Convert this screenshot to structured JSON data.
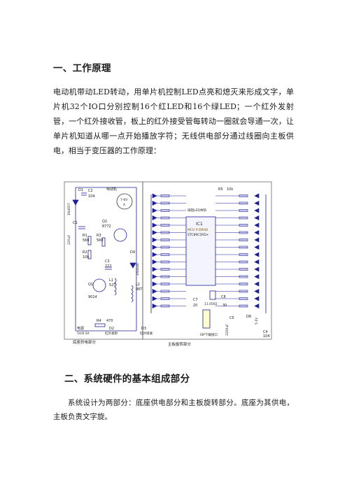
{
  "heading1": "一、工作原理",
  "paragraph1": "电动机带动LED转动，用单片机控制LED点亮和熄灭来形成文字，单片机32个IO口分别控制16个红LED和16个绿LED；一个红外发射管，一个红外接收管，板上的红外接受管每转动一圈就会导通一次，让单片机知道从哪一点开始播放字符；无线供电部分通过线圈向主板供电，相当于变压器的工作原理：",
  "heading2": "二、系统硬件的基本组成部分",
  "paragraph2": "系统设计为两部分：底座供电部分和主板旋转部分。底座为其供电，主板负责文字旋。",
  "schematic": {
    "labels": {
      "d1": "D1",
      "d1_part": "1N4007",
      "c2": "C2",
      "c2_val": "104",
      "motor": "电动机",
      "motor_v": "7-6V",
      "motor_a": "A",
      "c1": "C1",
      "c1_val": "220uF",
      "r1": "R1",
      "r1_val": "560",
      "r3": "R3",
      "r3_val": "560",
      "q2": "Q2",
      "q2_part": "8772",
      "r2": "R2",
      "r2_val": "10k",
      "c3": "C3",
      "c3_val": "222",
      "q1": "Q1",
      "q1_part": "9014",
      "l1": "L1",
      "l1_val": "52T",
      "d9": "D9",
      "d9_part": "1N4148",
      "l2": "L2",
      "l2_val": "86T",
      "r4": "R4",
      "r4_val": "470",
      "power": "电源",
      "power_val": "5V/0.5A",
      "d2": "D2",
      "d2_desc": "红外发射",
      "d3": "D3",
      "d3_desc": "红外接收",
      "ic": "IC1",
      "ic_part1": "MCU P-DIP40",
      "ic_part2": "STC89C5RD+",
      "r5": "R5",
      "r5_val": "10k",
      "c7": "C7",
      "c7_val": "20",
      "crystal": "11.0592",
      "c8": "C8",
      "c8_val": "30",
      "c5": "C5",
      "c5_val": "2200uF",
      "d8": "D8",
      "d8_val": "5.1V",
      "c4": "C4",
      "c4_val": "104",
      "isp": "ISP下载接口",
      "top_label": "排阻LED共阳",
      "base_section": "底座供电部分",
      "main_section": "主板旋转部分"
    }
  }
}
